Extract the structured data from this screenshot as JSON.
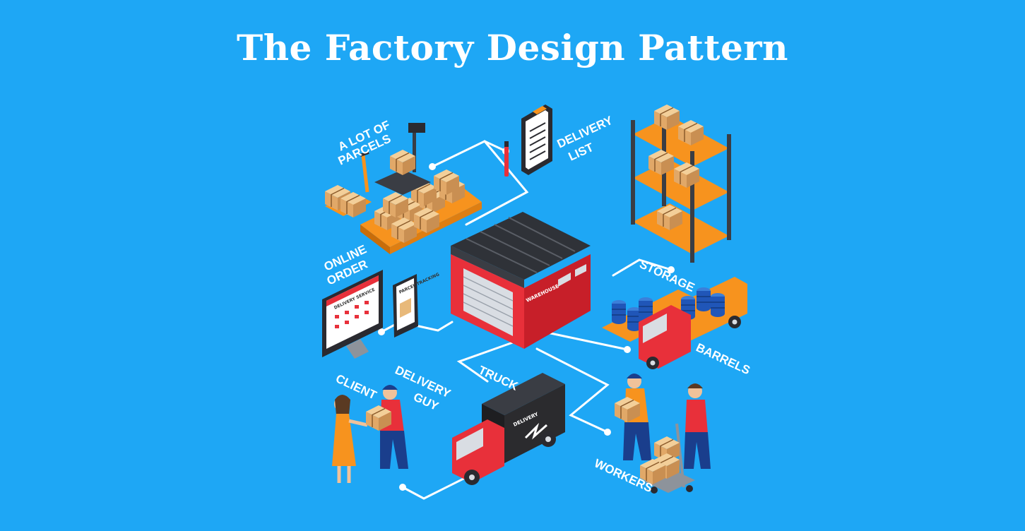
{
  "title": "The Factory Design Pattern",
  "labels": {
    "parcels_line1": "A LOT OF",
    "parcels_line2": "PARCELS",
    "delivery_list_line1": "DELIVERY",
    "delivery_list_line2": "LIST",
    "online_order_line1": "ONLINE",
    "online_order_line2": "ORDER",
    "storage": "STORAGE",
    "barrels": "BARRELS",
    "truck": "TRUCK",
    "client": "CLIENT",
    "delivery_guy_line1": "DELIVERY",
    "delivery_guy_line2": "GUY",
    "workers": "WORKERS",
    "warehouse_sign": "WAREHOUSE",
    "delivery_service": "DELIVERY SERVICE",
    "parcel_tracking": "PARCEL TRACKING",
    "truck_sign": "DELIVERY"
  },
  "colors": {
    "background": "#1ea7f5",
    "box": "#e8b97a",
    "warehouse_red": "#e8303a",
    "roof": "#3a3d44",
    "orange": "#f7931e",
    "uniform_blue": "#1a3e8c",
    "truck_black": "#2b2b2e"
  }
}
